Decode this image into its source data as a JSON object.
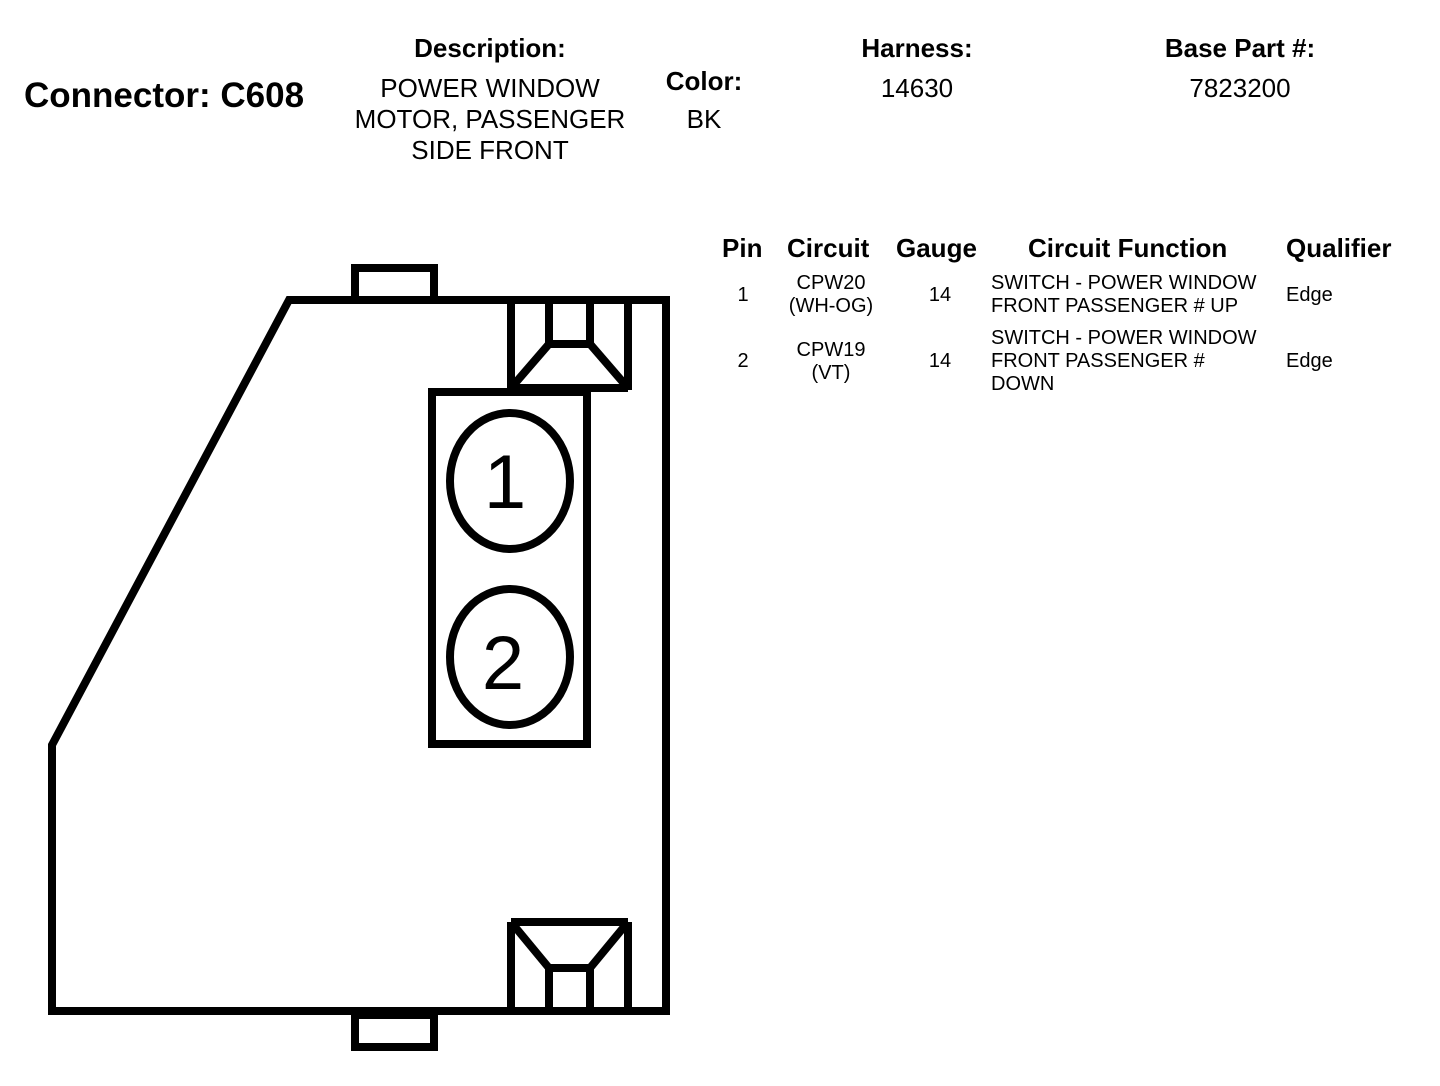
{
  "connector": {
    "label": "Connector: C608"
  },
  "header": {
    "description_label": "Description:",
    "description_lines": [
      "POWER WINDOW",
      "MOTOR, PASSENGER",
      "SIDE FRONT"
    ],
    "color_label": "Color:",
    "color_value": "BK",
    "harness_label": "Harness:",
    "harness_value": "14630",
    "base_part_label": "Base Part #:",
    "base_part_value": "7823200"
  },
  "table": {
    "headers": {
      "pin": "Pin",
      "circuit": "Circuit",
      "gauge": "Gauge",
      "function": "Circuit Function",
      "qualifier": "Qualifier"
    },
    "rows": [
      {
        "pin": "1",
        "circuit_lines": [
          "CPW20",
          "(WH-OG)"
        ],
        "gauge": "14",
        "function_lines": [
          "SWITCH - POWER WINDOW",
          "FRONT PASSENGER # UP"
        ],
        "qualifier": "Edge"
      },
      {
        "pin": "2",
        "circuit_lines": [
          "CPW19",
          "(VT)"
        ],
        "gauge": "14",
        "function_lines": [
          "SWITCH - POWER WINDOW",
          "FRONT PASSENGER #",
          "DOWN"
        ],
        "qualifier": "Edge"
      }
    ]
  },
  "diagram": {
    "cavity_labels": [
      "1",
      "2"
    ]
  }
}
